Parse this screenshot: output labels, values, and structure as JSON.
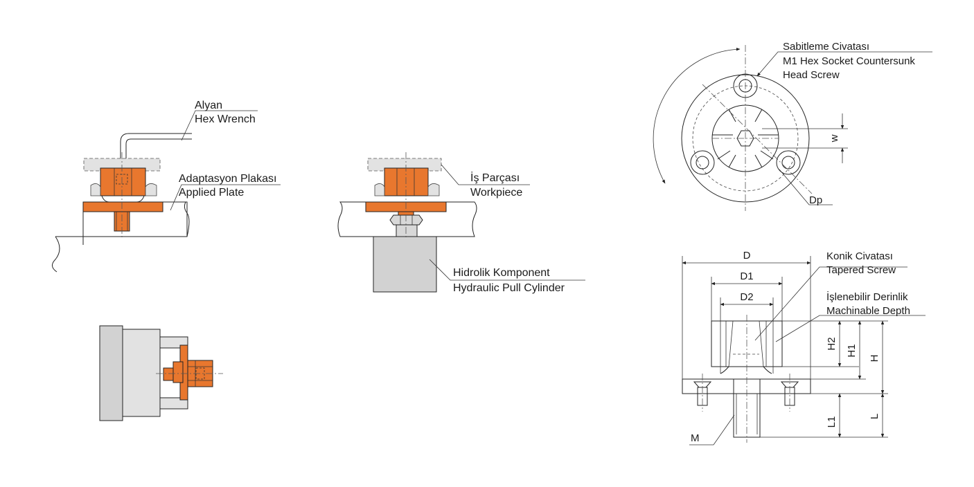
{
  "colors": {
    "orange": "#E8772E",
    "grey_light": "#DCDCDC",
    "grey_mid": "#D2D2D2",
    "line": "#222222"
  },
  "labels": {
    "wrench_tr": "Alyan",
    "wrench_en": "Hex Wrench",
    "plate_tr": "Adaptasyon Plakası",
    "plate_en": "Applied Plate",
    "workpiece_tr": "İş Parçası",
    "workpiece_en": "Workpiece",
    "hydraulic_tr": "Hidrolik Komponent",
    "hydraulic_en": "Hydraulic Pull Cylinder",
    "screw_tr": "Sabitleme Civatası",
    "screw_en_1": "M1 Hex Socket Countersunk",
    "screw_en_2": "Head Screw",
    "tapered_tr": "Konik Civatası",
    "tapered_en": "Tapered Screw",
    "depth_tr": "İşlenebilir Derinlik",
    "depth_en": "Machinable Depth"
  },
  "dimensions": {
    "w": "w",
    "dp": "Dp",
    "d": "D",
    "d1": "D1",
    "d2": "D2",
    "h": "H",
    "h1": "H1",
    "h2": "H2",
    "l": "L",
    "l1": "L1",
    "m": "M"
  }
}
